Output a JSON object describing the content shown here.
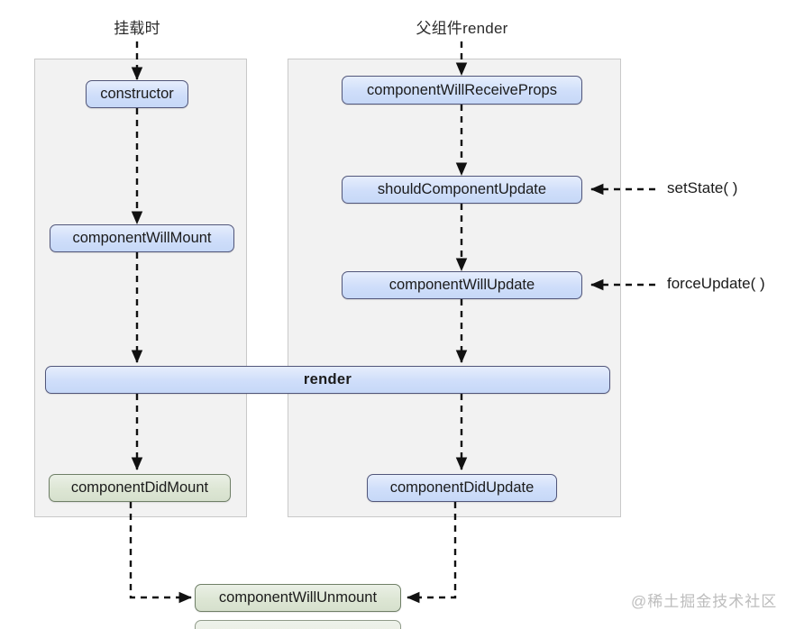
{
  "diagram": {
    "title_mount": "挂载时",
    "title_parent_render": "父组件render",
    "watermark": "@稀土掘金技术社区",
    "colors": {
      "node_blue_fill": "#cfdefa",
      "node_blue_border": "#51567a",
      "node_green_fill": "#dde6d4",
      "node_green_border": "#6f7f67",
      "panel_fill": "#f2f2f2",
      "panel_border": "#c9c9c9",
      "arrow": "#111111"
    },
    "mount_column": {
      "panel_label": "mount-phase-panel",
      "nodes": [
        {
          "id": "constructor",
          "label": "constructor",
          "kind": "blue"
        },
        {
          "id": "componentWillMount",
          "label": "componentWillMount",
          "kind": "blue"
        },
        {
          "id": "componentDidMount",
          "label": "componentDidMount",
          "kind": "green"
        }
      ]
    },
    "update_column": {
      "panel_label": "update-phase-panel",
      "nodes": [
        {
          "id": "componentWillReceiveProps",
          "label": "componentWillReceiveProps",
          "kind": "blue"
        },
        {
          "id": "shouldComponentUpdate",
          "label": "shouldComponentUpdate",
          "kind": "blue"
        },
        {
          "id": "componentWillUpdate",
          "label": "componentWillUpdate",
          "kind": "blue"
        },
        {
          "id": "componentDidUpdate",
          "label": "componentDidUpdate",
          "kind": "blue"
        }
      ]
    },
    "shared": {
      "render": "render",
      "componentWillUnmount": "componentWillUnmount"
    },
    "triggers": [
      {
        "id": "setState",
        "label": "setState( )",
        "targets": "shouldComponentUpdate"
      },
      {
        "id": "forceUpdate",
        "label": "forceUpdate( )",
        "targets": "componentWillUpdate"
      }
    ]
  }
}
